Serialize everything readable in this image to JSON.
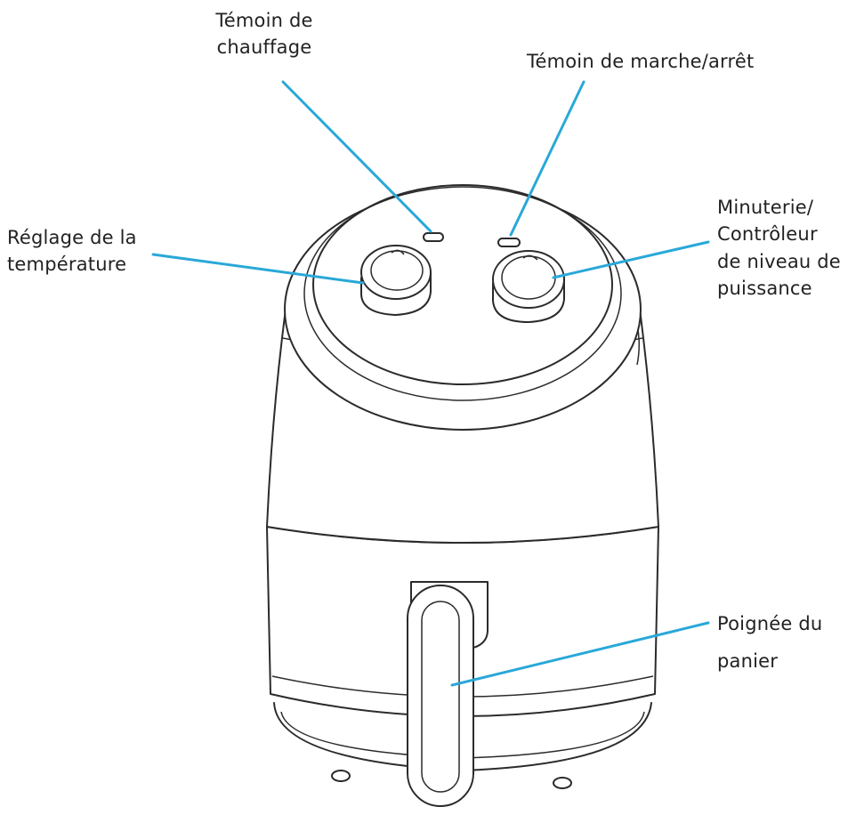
{
  "diagram": {
    "labels": {
      "heating_indicator": [
        "Témoin de",
        "chauffage"
      ],
      "power_indicator": [
        "Témoin de marche/arrêt"
      ],
      "temperature_control": [
        "Réglage de la",
        "température"
      ],
      "timer_control": [
        "Minuterie/",
        "Contrôleur",
        "de niveau de",
        "puissance"
      ],
      "basket_handle": [
        "Poignée du",
        "panier"
      ]
    }
  },
  "colors": {
    "leader_line": "#29a8d8",
    "ink": "#2b2b2b",
    "background": "#ffffff"
  }
}
